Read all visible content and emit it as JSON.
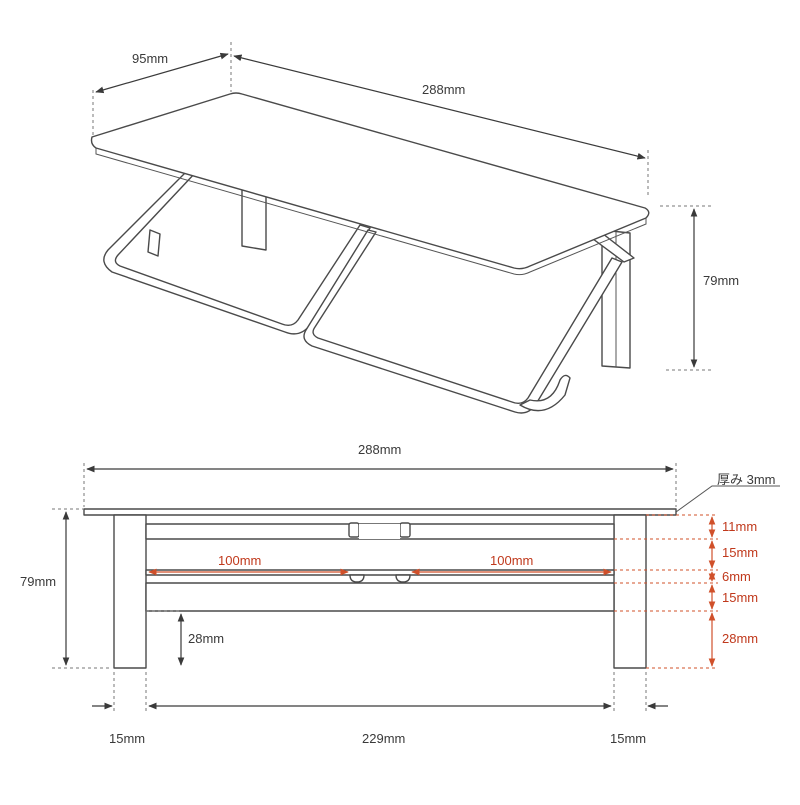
{
  "perspective": {
    "depth_label": "95mm",
    "width_label": "288mm",
    "height_label": "79mm"
  },
  "front": {
    "width_label": "288mm",
    "height_label": "79mm",
    "thickness_label": "厚み 3mm",
    "inner_gap_label": "28mm",
    "left_bar_label": "100mm",
    "right_bar_label": "100mm",
    "right_labels": [
      "11mm",
      "15mm",
      "6mm",
      "15mm",
      "28mm"
    ],
    "bottom_labels": {
      "left": "15mm",
      "center": "229mm",
      "right": "15mm"
    }
  },
  "colors": {
    "line": "#3a3a3a",
    "accent": "#c0391c"
  }
}
